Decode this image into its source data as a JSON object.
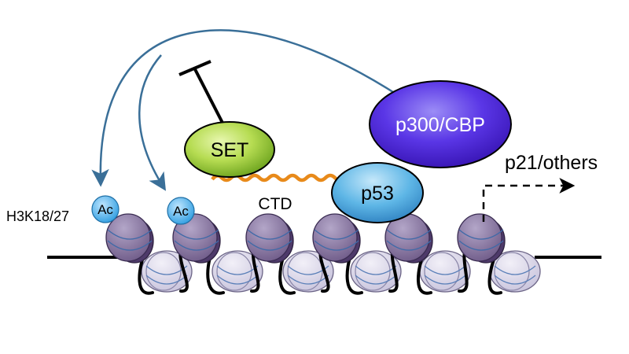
{
  "labels": {
    "set": "SET",
    "p300": "p300/CBP",
    "p53": "p53",
    "ctd": "CTD",
    "target": "p21/others",
    "histone_mark": "H3K18/27",
    "acetyl": "Ac"
  },
  "colors": {
    "set_fill": "#9acc3a",
    "p300_fill": "#4a2ee0",
    "p53_fill": "#4aa8dc",
    "ctd_line": "#e88a1a",
    "arrow": "#3a6f98",
    "ac_fill": "#3aa8e8",
    "nucleosome_dark": "#7a6690",
    "nucleosome_light": "#d6d2e6"
  }
}
